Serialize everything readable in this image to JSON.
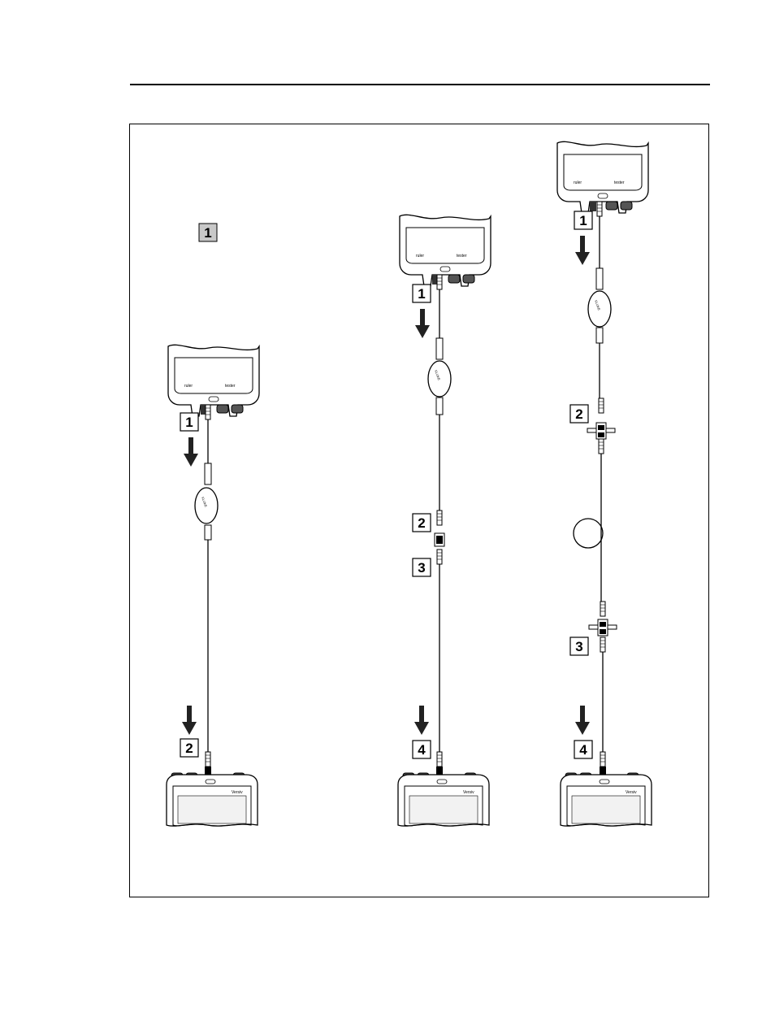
{
  "legend": {
    "step_label": "1",
    "step_fill": "#c8c8c8"
  },
  "diagrams": [
    {
      "name": "setup-a",
      "steps": [
        "1",
        "2"
      ]
    },
    {
      "name": "setup-b",
      "steps": [
        "1",
        "2",
        "3",
        "4"
      ]
    },
    {
      "name": "setup-c",
      "steps": [
        "1",
        "2",
        "3",
        "4"
      ]
    }
  ],
  "colors": {
    "line": "#000000",
    "device_fill": "#ffffff",
    "device_inner": "#e6e6e6",
    "arrow": "#222222"
  }
}
